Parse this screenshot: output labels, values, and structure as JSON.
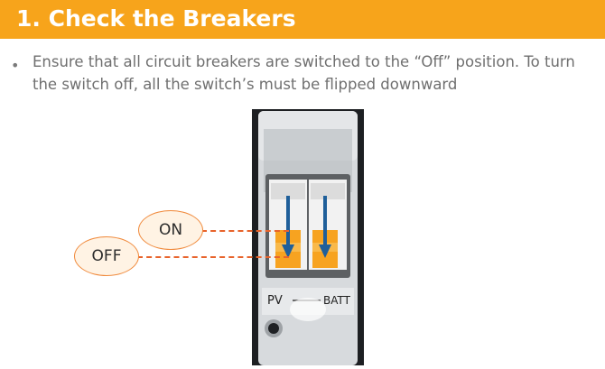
{
  "header": {
    "title": "1. Check the Breakers"
  },
  "instructions": {
    "bullet": "•",
    "text": "Ensure that all circuit breakers are switched to the “Off” position. To turn the switch off, all the switch’s must be flipped downward"
  },
  "diagram": {
    "on_label": "ON",
    "off_label": "OFF",
    "left_switch_label": "PV",
    "right_switch_label": "BATT",
    "colors": {
      "accent": "#f7a41b",
      "callout_border": "#f08a3c",
      "leader": "#e8632b",
      "arrow": "#1f5f9a"
    },
    "icons": [
      "breaker-panel-photo",
      "down-arrow-icon"
    ]
  }
}
